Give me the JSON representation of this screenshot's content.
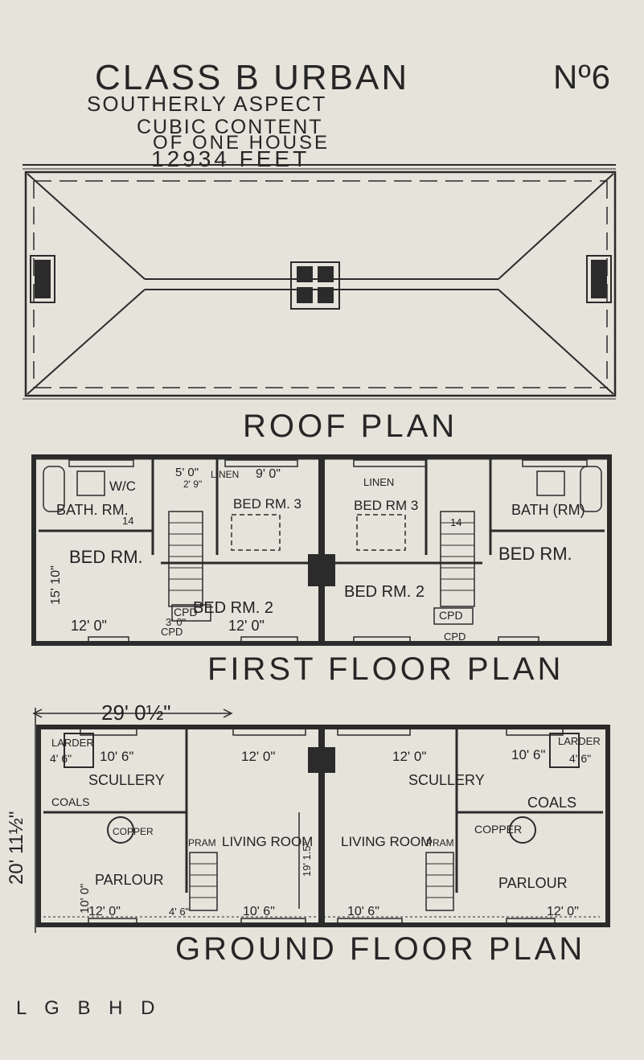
{
  "header": {
    "title": "CLASS B URBAN",
    "number": "Nº6",
    "aspect": "SOUTHERLY ASPECT",
    "cubic_line1": "CUBIC CONTENT",
    "cubic_line2": "OF ONE HOUSE",
    "cubic_value": "12934 FEET"
  },
  "captions": {
    "roof": "ROOF PLAN",
    "first": "FIRST FLOOR PLAN",
    "ground": "GROUND FLOOR PLAN"
  },
  "initials": "L G B H D",
  "first_floor": {
    "wc": "W/C",
    "linen_left": "LINEN",
    "linen_right": "LINEN",
    "dim_9": "9' 0\"",
    "dim_5": "5' 0\"",
    "dim_2_9": "2' 9\"",
    "bath_left": "BATH. RM.",
    "bath_right": "BATH (RM)",
    "bed3_left": "BED RM. 3",
    "bed3_right": "BED RM 3",
    "bed1_left": "BED RM.",
    "bed1_right": "BED RM.",
    "bed2_left": "BED RM. 2",
    "bed2_right": "BED RM. 2",
    "cpd_1": "CPD",
    "cpd_2": "CPD",
    "cpd_3": "CPD",
    "cpd_4": "CPD",
    "dim_12_left": "12' 0\"",
    "dim_12_mid": "12' 0\"",
    "dim_3_0": "3' 0\"",
    "dim_14": "14",
    "dim_14_r": "14",
    "dim_15_10": "15' 10\""
  },
  "ground_floor": {
    "overall": "29' 0½\"",
    "height": "20' 11½\"",
    "larder_left": "LARDER",
    "larder_right": "LARDER",
    "dim_4_6_left": "4' 6\"",
    "dim_4_6_right": "4' 6\"",
    "dim_10_6_top_left": "10' 6\"",
    "dim_10_6_top_right": "10' 6\"",
    "dim_12_top_left": "12' 0\"",
    "dim_12_top_right": "12' 0\"",
    "scullery_left": "SCULLERY",
    "scullery_right": "SCULLERY",
    "coals_left": "COALS",
    "coals_right": "COALS",
    "copper_left": "COPPER",
    "copper_right": "COPPER",
    "pram_left": "PRAM",
    "pram_right": "PRAM",
    "living_left": "LIVING ROOM",
    "living_right": "LIVING ROOM",
    "dim_19_1_5": "19' 1.5\"",
    "parlour_left": "PARLOUR",
    "parlour_right": "PARLOUR",
    "dim_10_0": "10' 0\"",
    "dim_12_bot_left": "12' 0\"",
    "dim_12_bot_right": "12' 0\"",
    "dim_10_6_bot_left": "10' 6\"",
    "dim_10_6_bot_right": "10' 6\"",
    "dim_4_6_bot": "4' 6\""
  }
}
